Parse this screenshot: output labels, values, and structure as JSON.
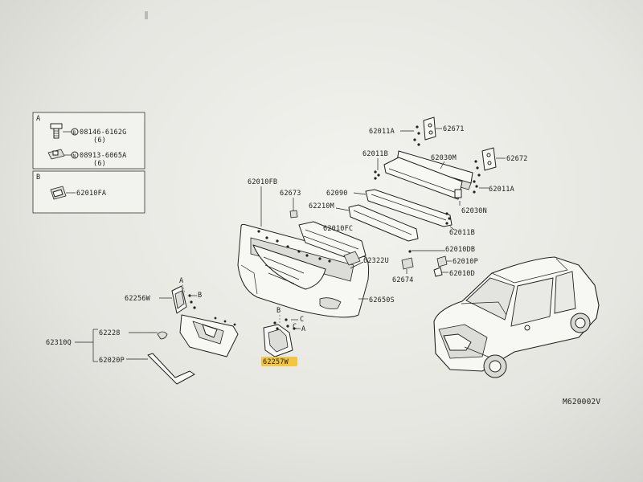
{
  "legend": {
    "box_a": {
      "letter": "A",
      "items": [
        {
          "code": "08146-6162G",
          "qty": "(6)",
          "marker": "B"
        },
        {
          "code": "08913-6065A",
          "qty": "(6)",
          "marker": "N"
        }
      ]
    },
    "box_b": {
      "letter": "B",
      "items": [
        {
          "code": "62010FA"
        }
      ]
    }
  },
  "callouts": {
    "p62671": "62671",
    "p62011A_top": "62011A",
    "p62011B_top": "62011B",
    "p62030M": "62030M",
    "p62672": "62672",
    "p62011A_right": "62011A",
    "p62010FB": "62010FB",
    "p62673": "62673",
    "p62090": "62090",
    "p62210M": "62210M",
    "p62030N": "62030N",
    "p62011B_mid": "62011B",
    "p62010FC": "62010FC",
    "p62010DB": "62010DB",
    "p62322U": "62322U",
    "p62010P": "62010P",
    "p62674": "62674",
    "p62010D": "62010D",
    "p62256W": "62256W",
    "p62650S": "62650S",
    "p62228": "62228",
    "p62310Q": "62310Q",
    "p62020P": "62020P",
    "p62257W": "62257W"
  },
  "refs": {
    "a1": "A",
    "b1": "B",
    "b2": "B",
    "c1": "C",
    "c2": "C",
    "a2": "A"
  },
  "diagram_id": "M620002V",
  "highlight_color": "#f2c43a"
}
